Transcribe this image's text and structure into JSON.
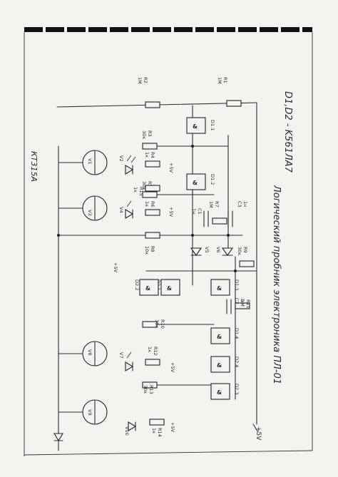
{
  "document": {
    "title": "Логический пробник электроника ПЛ-01",
    "chip_note": "D1,D2 - K561ЛА7",
    "transistor_note": "КТ315А"
  },
  "supply": {
    "plus_5v_main": "+5V",
    "plus_5v_labels": [
      "+5V",
      "+5V",
      "+5V",
      "+5V",
      "+5V"
    ]
  },
  "resistors": [
    {
      "ref": "R1",
      "value": "1М"
    },
    {
      "ref": "R2",
      "value": "1М"
    },
    {
      "ref": "R3",
      "value": "30к"
    },
    {
      "ref": "R4",
      "value": "1к"
    },
    {
      "ref": "R5",
      "value": "30к"
    },
    {
      "ref": "R6",
      "value": "1к"
    },
    {
      "ref": "R7",
      "value": "1М"
    },
    {
      "ref": "R8",
      "value": "10к"
    },
    {
      "ref": "R9",
      "value": "30к"
    },
    {
      "ref": "R10",
      "value": "30к"
    },
    {
      "ref": "R11",
      "value": "1М"
    },
    {
      "ref": "R12",
      "value": "1к"
    },
    {
      "ref": "R13",
      "value": "30к"
    },
    {
      "ref": "R14",
      "value": "1к"
    },
    {
      "ref": "R15",
      "value": "1к"
    }
  ],
  "capacitors": [
    {
      "ref": "C1",
      "value": "1н"
    },
    {
      "ref": "C2",
      "value": "1н"
    },
    {
      "ref": "C3",
      "value": "1н"
    }
  ],
  "diodes": [
    {
      "ref": "V5"
    },
    {
      "ref": "V6"
    }
  ],
  "leds": [
    {
      "ref": "V2"
    },
    {
      "ref": "V4"
    },
    {
      "ref": "V7"
    },
    {
      "ref": "V10"
    }
  ],
  "transistors": [
    {
      "ref": "V1"
    },
    {
      "ref": "V3"
    },
    {
      "ref": "V8"
    },
    {
      "ref": "V9"
    }
  ],
  "gates": [
    {
      "ref": "D1.1"
    },
    {
      "ref": "D1.2"
    },
    {
      "ref": "D1.3"
    },
    {
      "ref": "D1.4"
    },
    {
      "ref": "D2.1"
    },
    {
      "ref": "D2.2"
    },
    {
      "ref": "D2.3"
    },
    {
      "ref": "D2.4"
    }
  ],
  "gate_symbol": "&",
  "colors": {
    "paper": "#f4f3ef",
    "ink": "#2b2b2b"
  }
}
